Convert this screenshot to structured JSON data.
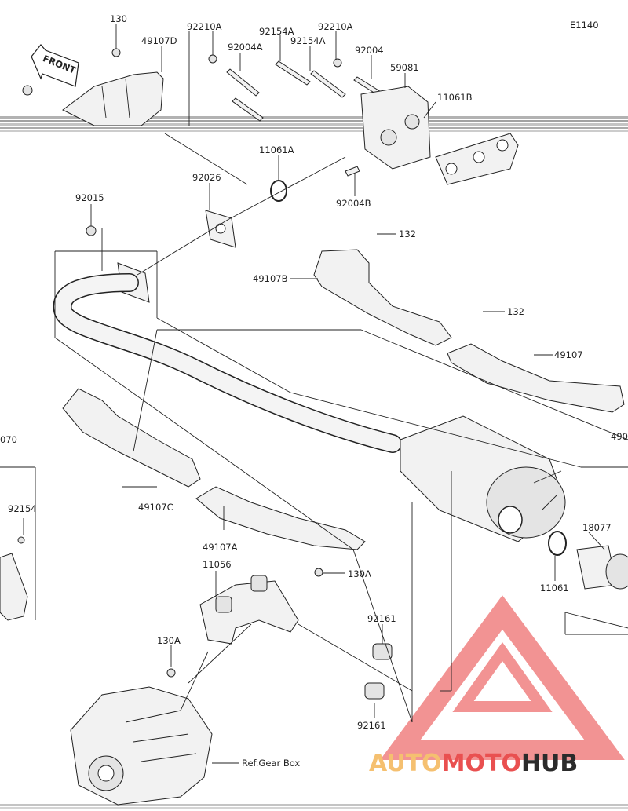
{
  "diagram_code": "E1140",
  "front_label": "FRONT",
  "ref_label": "Ref.Gear Box",
  "part_labels": {
    "p130": "130",
    "p49107D": "49107D",
    "p92210A_1": "92210A",
    "p92004A": "92004A",
    "p92154A_1": "92154A",
    "p92154A_2": "92154A",
    "p92210A_2": "92210A",
    "p92004": "92004",
    "p59081": "59081",
    "p11061B": "11061B",
    "p11061A": "11061A",
    "p92026": "92026",
    "p92004B": "92004B",
    "p92015": "92015",
    "p132_1": "132",
    "p49107B": "49107B",
    "p132_2": "132",
    "p49107": "49107",
    "p490": "490",
    "p070": "070",
    "p92154": "92154",
    "p49107C": "49107C",
    "p18077": "18077",
    "p11061": "11061",
    "p49107A": "49107A",
    "p11056": "11056",
    "p130A_1": "130A",
    "p130A_2": "130A",
    "p92161_1": "92161",
    "p92161_2": "92161"
  },
  "watermark": {
    "part1": "AUTO",
    "part2": "MOTO",
    "part3": "HUB",
    "color_triangle": "#f08080",
    "color_auto": "#f5c070",
    "color_moto": "#e95050",
    "color_hub": "#2b2b2b"
  }
}
